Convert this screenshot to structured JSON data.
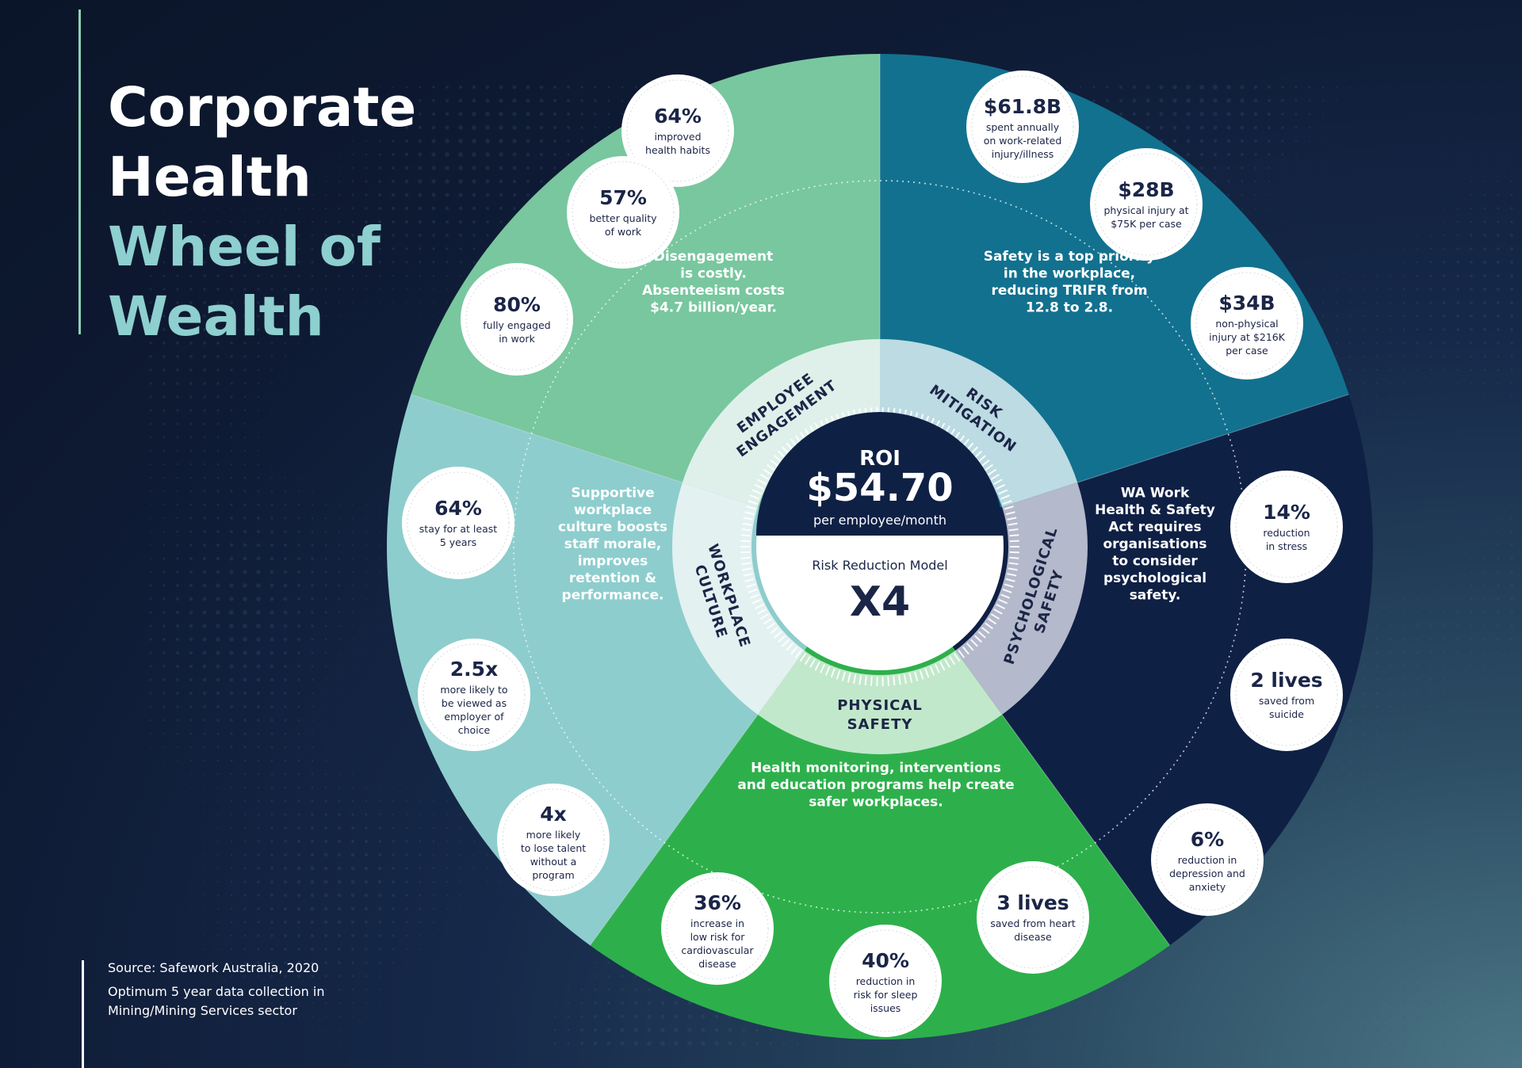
{
  "title": {
    "line1": "Corporate",
    "line2": "Health",
    "line3": "Wheel of",
    "line4": "Wealth"
  },
  "source": {
    "line1": "Source: Safework Australia, 2020",
    "line2": "Optimum 5 year data collection in Mining/Mining Services sector"
  },
  "center": {
    "roi_label": "ROI",
    "roi_value": "$54.70",
    "roi_unit": "per employee/month",
    "model_label": "Risk Reduction Model",
    "model_value": "X4"
  },
  "pillars": {
    "employee_engagement": {
      "label_line1": "EMPLOYEE",
      "label_line2": "ENGAGEMENT",
      "color": "#78c79f",
      "text": [
        "Disengagement",
        "is costly.",
        "Absenteeism costs",
        "$4.7 billion/year."
      ],
      "stats": [
        {
          "value": "64%",
          "caption": [
            "improved",
            "health habits"
          ]
        },
        {
          "value": "57%",
          "caption": [
            "better quality",
            "of work"
          ]
        },
        {
          "value": "80%",
          "caption": [
            "fully engaged",
            "in work"
          ]
        }
      ]
    },
    "risk_mitigation": {
      "label_line1": "RISK",
      "label_line2": "MITIGATION",
      "color": "#12718f",
      "text": [
        "Safety is a top priority",
        "in the workplace,",
        "reducing TRIFR from",
        "12.8 to 2.8."
      ],
      "stats": [
        {
          "value": "$61.8B",
          "caption": [
            "spent annually",
            "on work-related",
            "injury/illness"
          ]
        },
        {
          "value": "$28B",
          "caption": [
            "physical injury at",
            "$75K per case"
          ]
        },
        {
          "value": "$34B",
          "caption": [
            "non-physical",
            "injury at $216K",
            "per case"
          ]
        }
      ]
    },
    "psychological_safety": {
      "label_line1": "PSYCHOLOGICAL",
      "label_line2": "SAFETY",
      "color": "#0f2045",
      "text": [
        "WA Work",
        "Health & Safety",
        "Act requires",
        "organisations",
        "to consider",
        "psychological",
        "safety."
      ],
      "stats": [
        {
          "value": "14%",
          "caption": [
            "reduction",
            "in stress"
          ]
        },
        {
          "value": "2 lives",
          "caption": [
            "saved from",
            "suicide"
          ]
        },
        {
          "value": "6%",
          "caption": [
            "reduction in",
            "depression and",
            "anxiety"
          ]
        }
      ]
    },
    "physical_safety": {
      "label_line1": "PHYSICAL",
      "label_line2": "SAFETY",
      "color": "#2db04b",
      "text": [
        "Health monitoring, interventions",
        "and education programs help create",
        "safer workplaces."
      ],
      "stats": [
        {
          "value": "3 lives",
          "caption": [
            "saved from heart",
            "disease"
          ]
        },
        {
          "value": "40%",
          "caption": [
            "reduction in",
            "risk for sleep",
            "issues"
          ]
        },
        {
          "value": "36%",
          "caption": [
            "increase in",
            "low risk for",
            "cardiovascular",
            "disease"
          ]
        }
      ]
    },
    "workplace_culture": {
      "label_line1": "WORKPLACE",
      "label_line2": "CULTURE",
      "color": "#8ecdcd",
      "text": [
        "Supportive",
        "workplace",
        "culture boosts",
        "staff morale,",
        "improves",
        "retention &",
        "performance."
      ],
      "stats": [
        {
          "value": "4x",
          "caption": [
            "more likely",
            "to lose talent",
            "without a",
            "program"
          ]
        },
        {
          "value": "2.5x",
          "caption": [
            "more likely to",
            "be viewed as",
            "employer of",
            "choice"
          ]
        },
        {
          "value": "64%",
          "caption": [
            "stay for at least",
            "5 years"
          ]
        }
      ]
    }
  }
}
